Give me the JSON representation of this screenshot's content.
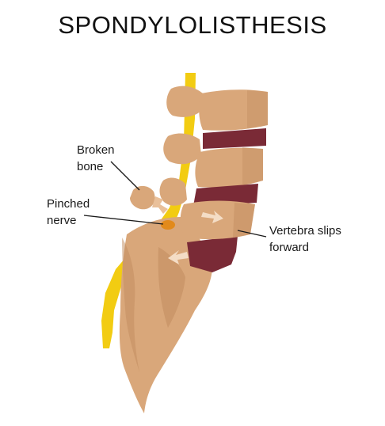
{
  "title": "SPONDYLOLISTHESIS",
  "labels": {
    "broken_bone": [
      "Broken",
      "bone"
    ],
    "pinched_nerve": [
      "Pinched",
      "nerve"
    ],
    "vertebra_slips": [
      "Vertebra slips",
      "forward"
    ]
  },
  "colors": {
    "bone": "#d9a77a",
    "bone_shadow": "#c18c5e",
    "bone_light": "#e9c09a",
    "disc": "#7a2a36",
    "disc_light": "#9b3b47",
    "nerve": "#f2cc12",
    "pinch": "#e28a1b",
    "arrow": "#f4ddc6",
    "pointer": "#1a1a1a"
  }
}
